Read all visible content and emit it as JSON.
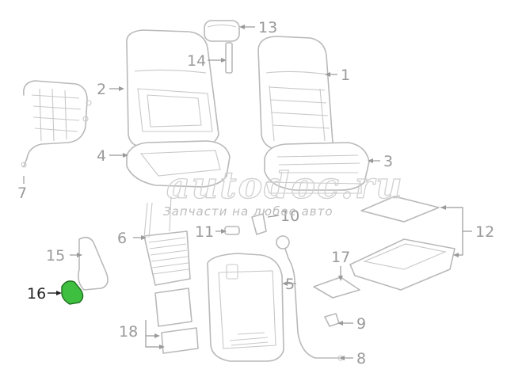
{
  "diagram": {
    "callouts": [
      "1",
      "2",
      "3",
      "4",
      "5",
      "6",
      "7",
      "8",
      "9",
      "10",
      "11",
      "12",
      "13",
      "14",
      "15",
      "16",
      "17",
      "18"
    ],
    "highlighted_part": "16",
    "highlight_color": "#3fbf3f"
  },
  "watermark": {
    "logo_text": "autodoc.ru",
    "subtitle": "Запчасти на любое авто"
  }
}
